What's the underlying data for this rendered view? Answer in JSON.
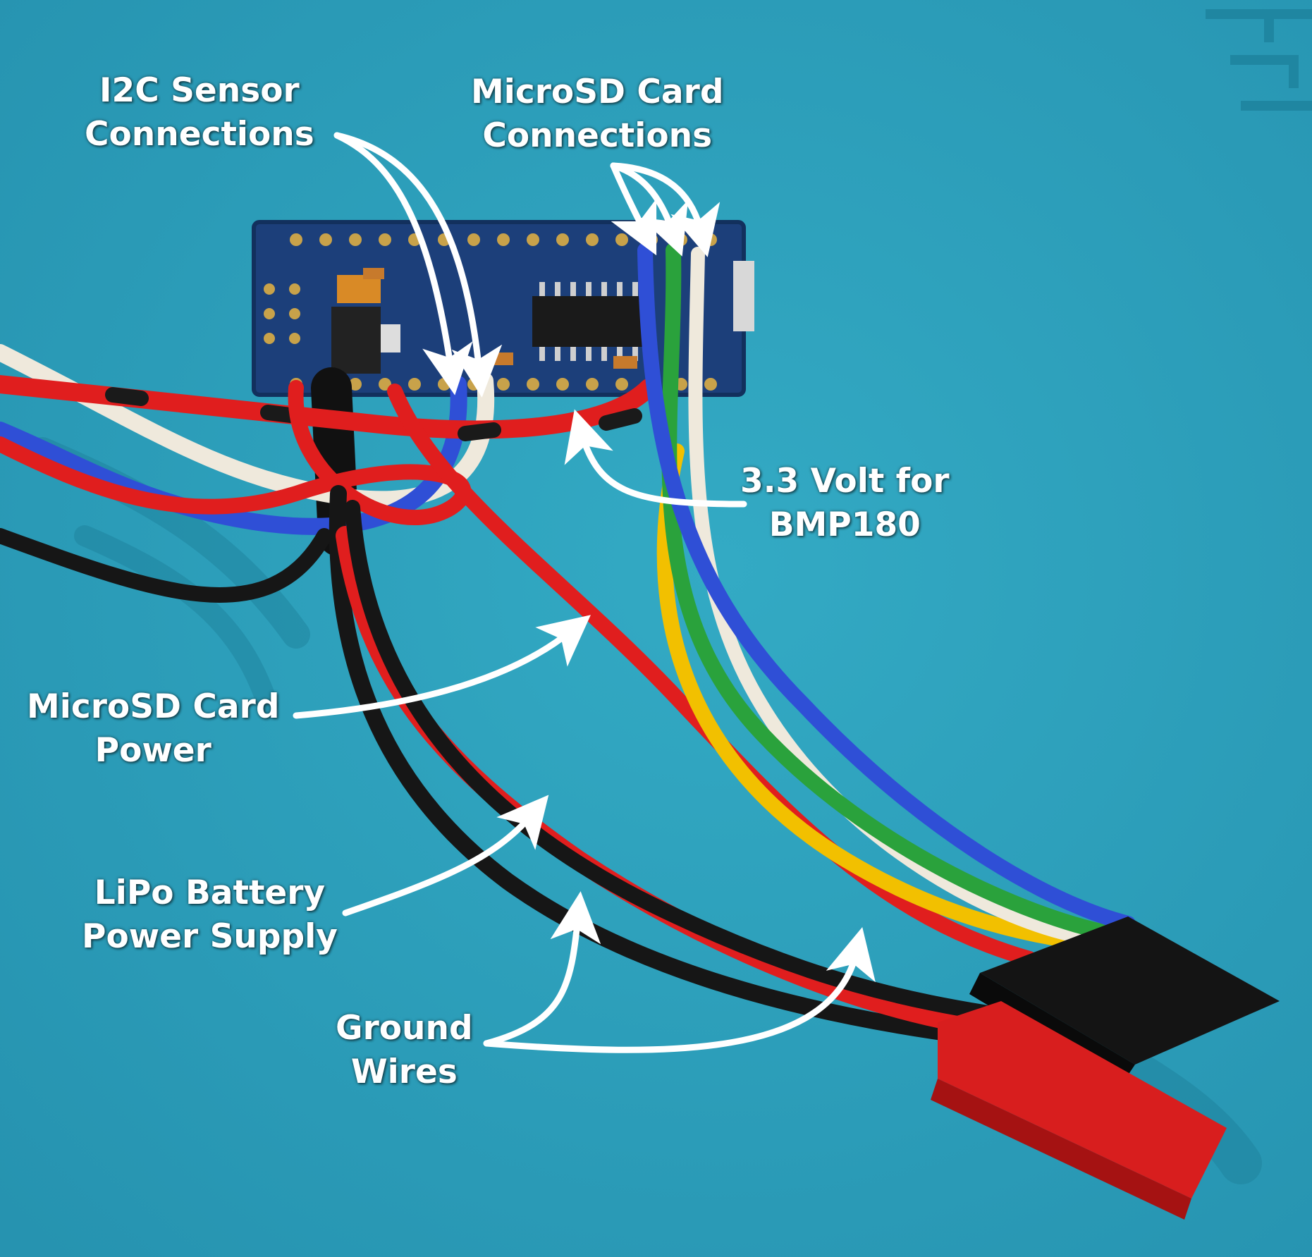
{
  "colors": {
    "mat": "#2ea3bd",
    "mat_dark": "#1f8aa6",
    "board": "#1c3f7a",
    "wire_red": "#e01e1e",
    "wire_black": "#161616",
    "wire_blue": "#2f4fd6",
    "wire_white": "#efe9dc",
    "wire_green": "#2aa23c",
    "wire_yellow": "#f2c000",
    "annotation": "#ffffff"
  },
  "annotations": {
    "i2c": {
      "line1": "I2C Sensor",
      "line2": "Connections"
    },
    "microsd_connections": {
      "line1": "MicroSD Card",
      "line2": "Connections"
    },
    "volt": {
      "line1": "3.3 Volt for",
      "line2": "BMP180"
    },
    "microsd_power": {
      "line1": "MicroSD Card",
      "line2": "Power"
    },
    "lipo": {
      "line1": "LiPo Battery",
      "line2": "Power Supply"
    },
    "ground": {
      "line1": "Ground",
      "line2": "Wires"
    }
  }
}
